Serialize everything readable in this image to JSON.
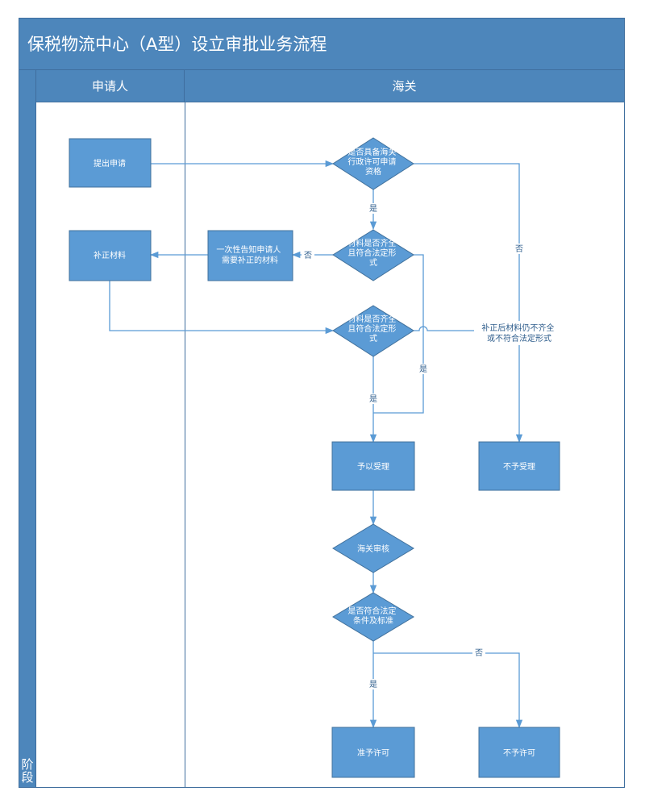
{
  "title": "保税物流中心（A型）设立审批业务流程",
  "phase_label": "阶段",
  "lanes": {
    "applicant": "申请人",
    "customs": "海关"
  },
  "nodes": {
    "submit": [
      "提出申请"
    ],
    "supplement": [
      "补正材料"
    ],
    "notify": [
      "一次性告知申请人",
      "需要补正的材料"
    ],
    "q_qualify": [
      "是否具备海关",
      "行政许可申请",
      "资格"
    ],
    "q_complete1": [
      "材料是否齐全",
      "且符合法定形",
      "式"
    ],
    "q_complete2": [
      "材料是否齐全",
      "且符合法定形",
      "式"
    ],
    "accept": [
      "予以受理"
    ],
    "reject": [
      "不予受理"
    ],
    "review": [
      "海关审核"
    ],
    "q_standard": [
      "是否符合法定",
      "条件及标准"
    ],
    "grant": [
      "准予许可"
    ],
    "deny": [
      "不予许可"
    ]
  },
  "edge_labels": {
    "yes": "是",
    "no": "否",
    "still_incomplete": [
      "补正后材料仍不齐全",
      "或不符合法定形式"
    ]
  },
  "colors": {
    "node_fill": "#5b9bd5",
    "node_stroke": "#41719c",
    "edge": "#5b9bd5",
    "header": "#4d86bb"
  }
}
